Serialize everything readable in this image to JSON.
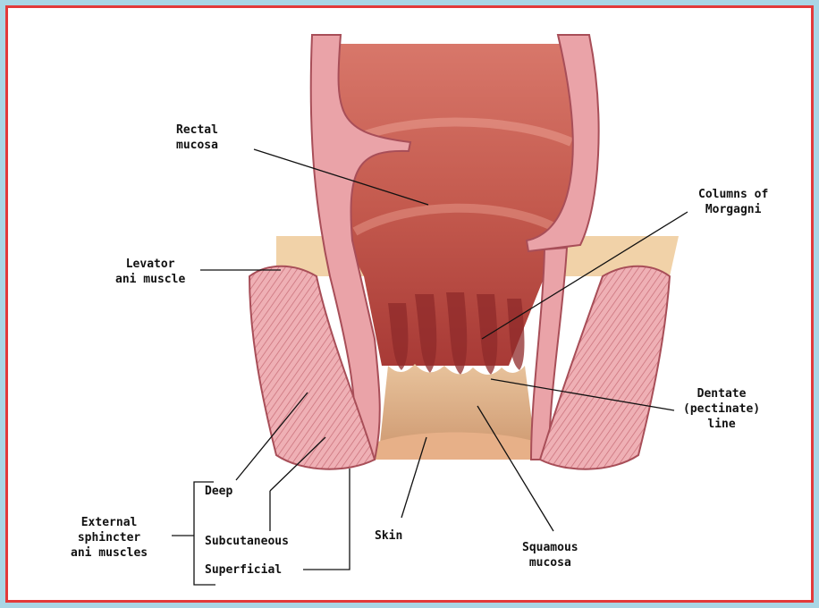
{
  "labels": {
    "rectal_mucosa": [
      "Rectal",
      "mucosa"
    ],
    "columns_of_morgagni": [
      "Columns of",
      "Morgagni"
    ],
    "levator_ani_muscle": [
      "Levator",
      "ani muscle"
    ],
    "dentate_line": [
      "Dentate",
      "(pectinate)",
      "line"
    ],
    "external_sphincter": [
      "External",
      "sphincter",
      "ani muscles"
    ],
    "deep": "Deep",
    "subcutaneous": "Subcutaneous",
    "superficial": "Superficial",
    "skin": "Skin",
    "squamous_mucosa": [
      "Squamous",
      "mucosa"
    ]
  },
  "colors": {
    "frame_border": "#e23a3a",
    "background": "#a9d6e5",
    "mucosa": "#c9524f",
    "muscle": "#e79aa0",
    "skin": "#e3b48f"
  }
}
